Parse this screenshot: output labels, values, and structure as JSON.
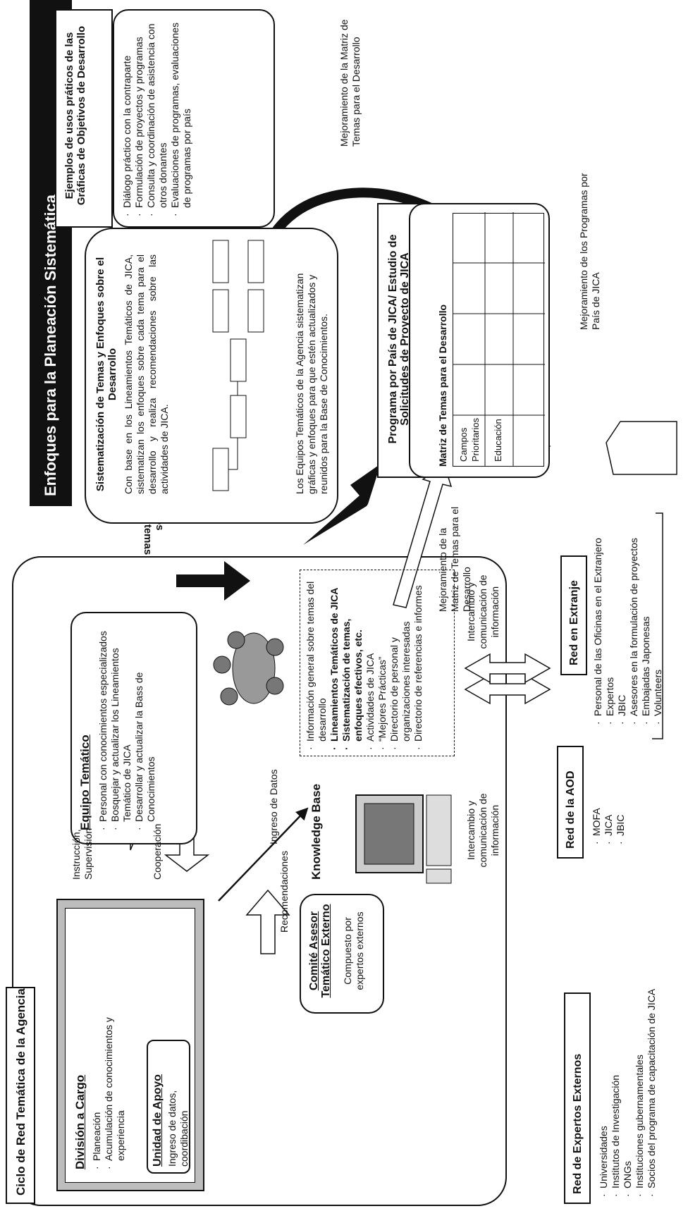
{
  "header": {
    "title": "Enfoques para la Planeación Sistemática"
  },
  "cycle": {
    "title": "Ciclo de Red Temática de la Agencia",
    "division": {
      "title": "División a Cargo",
      "items": [
        "Planeación",
        "Acumulación de conocimientos y experiencia"
      ]
    },
    "unidad": {
      "title": "Unidad de Apoyo",
      "text": "Ingreso de datos, coordibación"
    },
    "equipo": {
      "title": "Equipo Temático",
      "items": [
        "Personal con conocimientos especializados",
        "Bosquejar y actualizar los Lineamientos Temático de JICA",
        "Desarrollar y actualizar la Bass de Conocimientos"
      ]
    },
    "instruccion_label": "Instrucción, Supervisión",
    "cooperacion_label": "Cooperación",
    "ingreso_label": "Ingreso de Datos",
    "recomendaciones_label": "Recomendaciones",
    "comite": {
      "title": "Comité Asesor Temático Externo",
      "text": "Compuesto por expertos externos"
    },
    "knowledge_base": {
      "title": "Knowledge Base",
      "items": [
        "Información general sobre temas del desarrollo",
        "Lineamientos Temáticos de JICA",
        "Sistematización de temas, enfoques efectivos, etc.",
        "Actividades de JICA",
        "“Mejores Prácticas”",
        "Directorio de personal y organizaciones interesadas",
        "Directorio de referencias e informes"
      ]
    }
  },
  "fortalecimiento_label": "Fortalecimiento de los enfoques específicos por temas",
  "sistematizacion": {
    "title": "Sistematización de Temas y Enfoques sobre el Desarrollo",
    "para1": "Con base en los Lineamientos Temáticos de JICA, sistematizan los enfoques sobre cada tema para el desarrollo y realiza recomendaciones sobre las actividades de JICA.",
    "para2": "Los Equipos Temáticos de la Agencia sistematizan gráficas y enfoques para que estén actualizados y reunidos para la Base de Conocimientos."
  },
  "ejemplos": {
    "title": "Ejemplos de usos práticos de las Gráficas de Objetivos de Desarrollo",
    "items": [
      "Diálogo práctico con la contraparte",
      "Formulación de proyectos y programas",
      "Consulta y coordinación de asistencia con otros donantes",
      "Evaluaciones de programas, evaluaciones de programas por país"
    ]
  },
  "mejoramiento_matriz_top": "Mejoramiento de la Matriz de Temas para el Desarrollo",
  "programa": {
    "title": "Programa por País de JICA/ Estudio de Solicitudes de Proyecto de JICA",
    "matriz_title": "Matriz de Temas para el Desarrollo",
    "row1": "Campos Prioritarios",
    "row2": "Educación"
  },
  "mejoramiento_programas": "Mejoramiento de los Programas por País de JICA",
  "mejoramiento_matriz_mid": "Mejoramiento de la Matriz de Temas para el Desarrollo",
  "intercambio_label": "Intercambio y comunicación de información",
  "red_externos": {
    "title": "Red de Expertos Externos",
    "items": [
      "Universidades",
      "Institutos de Investigación",
      "ONGs",
      "Instituciones gubernamentales",
      "Socios del programa de capacitación de JICA"
    ]
  },
  "red_aod": {
    "title": "Red de la AOD",
    "items": [
      "MOFA",
      "JICA",
      "JBIC"
    ]
  },
  "red_extranje": {
    "title": "Red en Extranje",
    "items": [
      "Personal de las Oficinas en el Extranjero",
      "Expertos",
      "JBIC",
      "Asesores en la formulación de proyectos",
      "Embajadas Japonesas",
      "Volunteers"
    ]
  }
}
